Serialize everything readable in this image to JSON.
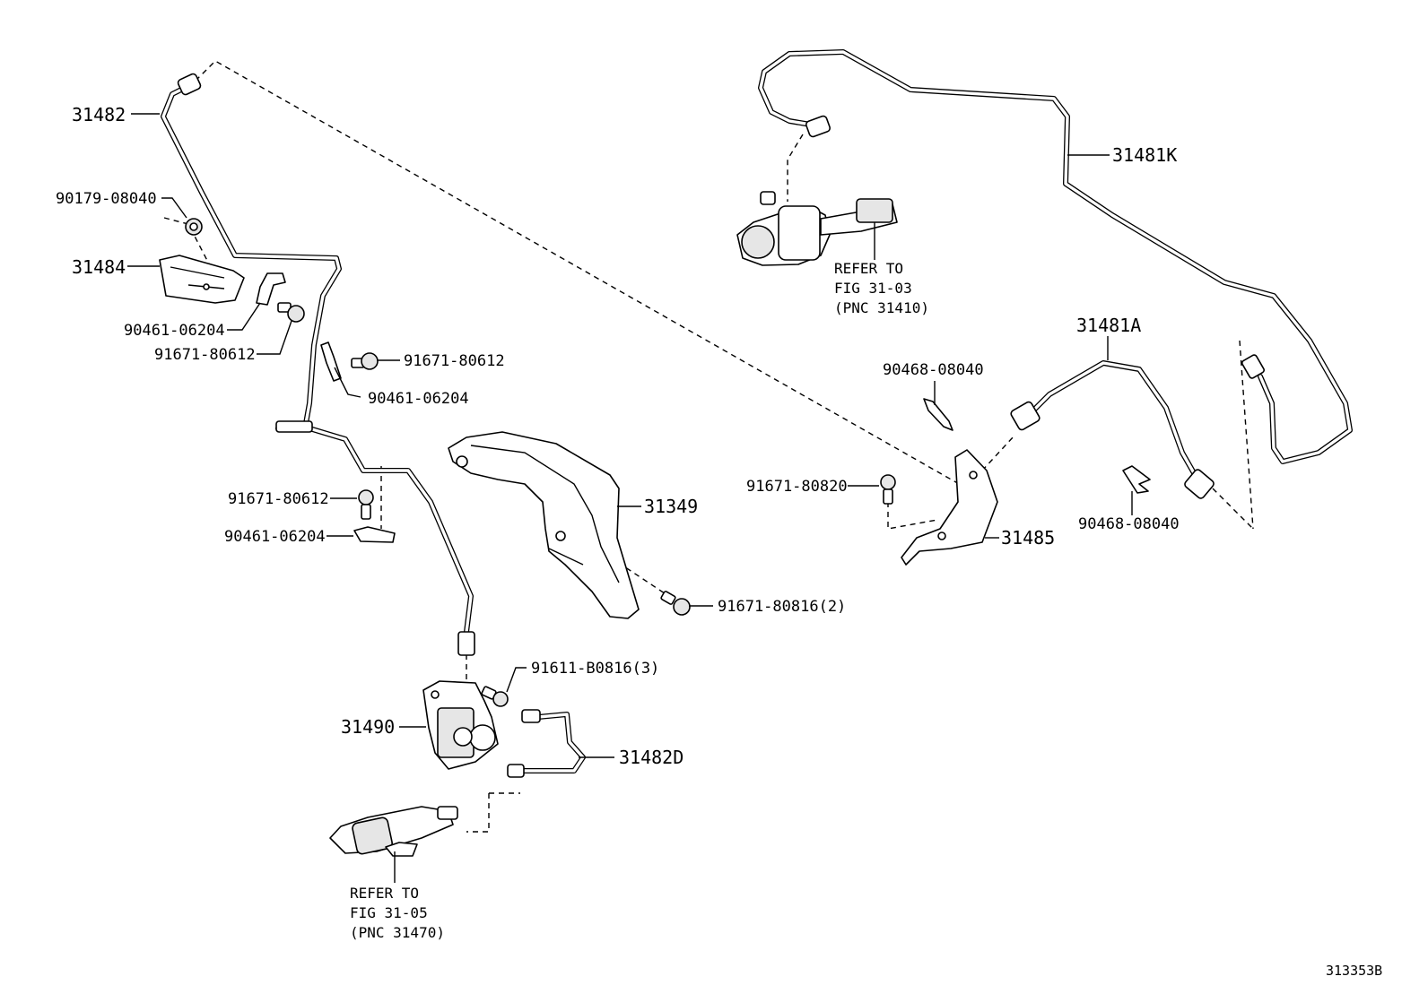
{
  "labels": {
    "p31482": "31482",
    "p90179_08040": "90179-08040",
    "p31484": "31484",
    "p90461_06204_a": "90461-06204",
    "p91671_80612_a": "91671-80612",
    "p91671_80612_b": "91671-80612",
    "p90461_06204_b": "90461-06204",
    "p91671_80612_c": "91671-80612",
    "p90461_06204_c": "90461-06204",
    "p31349": "31349",
    "p91671_80816": "91671-80816(2)",
    "p91611_B0816": "91611-B0816(3)",
    "p31490": "31490",
    "p31482D": "31482D",
    "p31481K": "31481K",
    "p31481A": "31481A",
    "p90468_08040_a": "90468-08040",
    "p91671_80820": "91671-80820",
    "p31485": "31485",
    "p90468_08040_b": "90468-08040"
  },
  "refer_top": {
    "line1": "REFER TO",
    "line2": "FIG 31-03",
    "line3": "(PNC 31410)"
  },
  "refer_bottom": {
    "line1": "REFER TO",
    "line2": "FIG 31-05",
    "line3": "(PNC 31470)"
  },
  "figure_id": "313353B"
}
